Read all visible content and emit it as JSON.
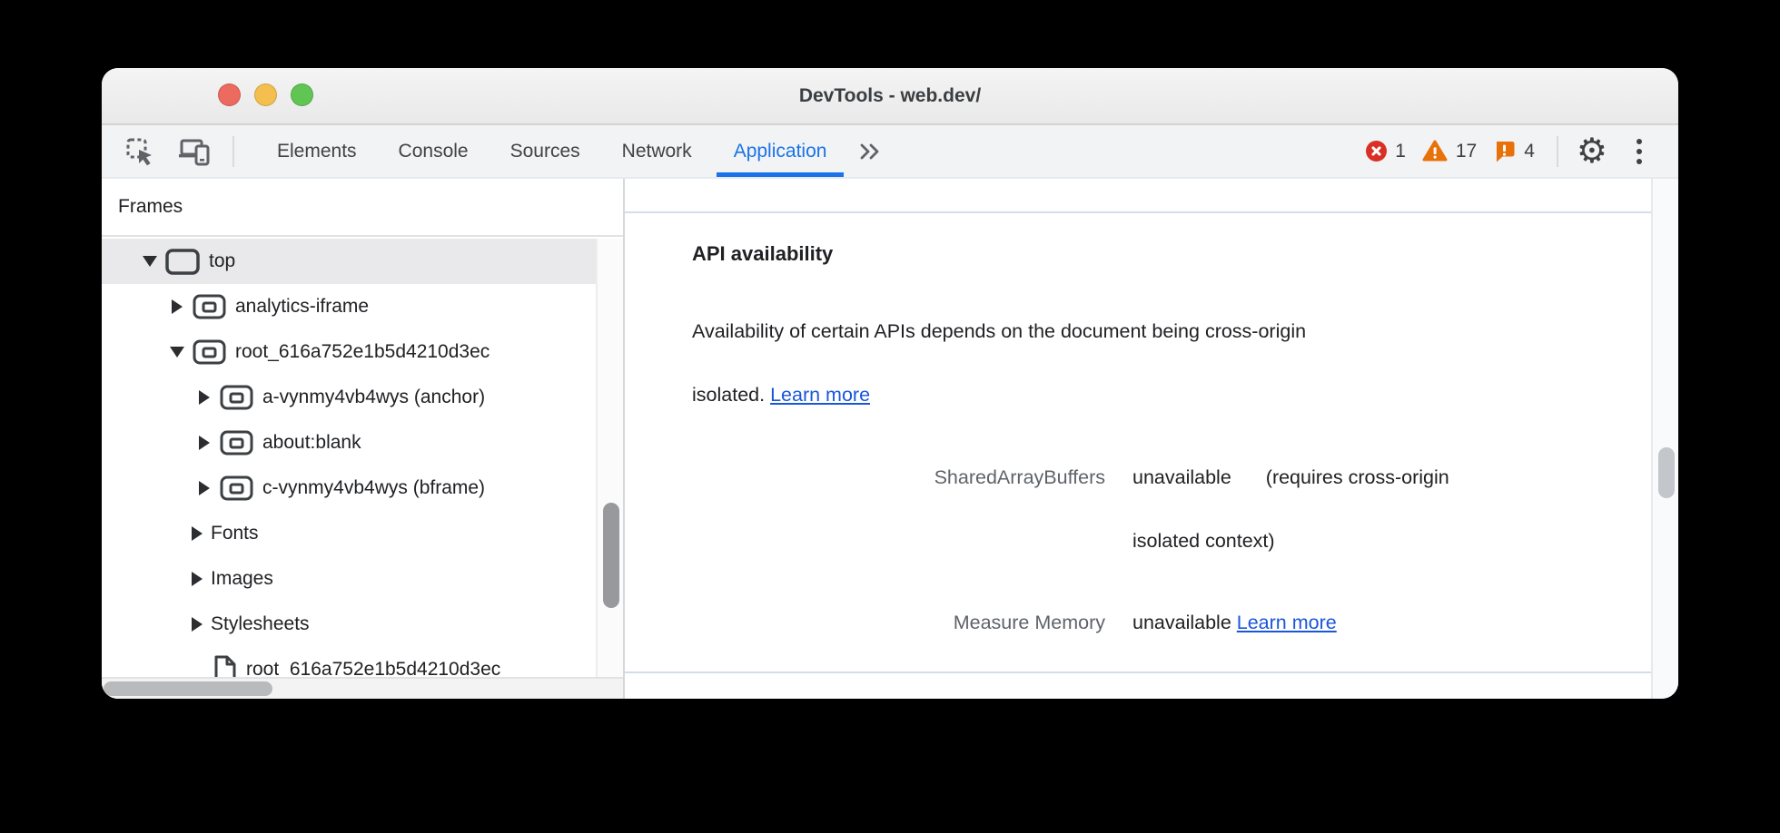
{
  "window": {
    "title": "DevTools - web.dev/"
  },
  "toolbar": {
    "tabs": [
      {
        "label": "Elements"
      },
      {
        "label": "Console"
      },
      {
        "label": "Sources"
      },
      {
        "label": "Network"
      },
      {
        "label": "Application"
      }
    ],
    "active_tab": "Application",
    "badges": {
      "errors": "1",
      "warnings": "17",
      "issues": "4"
    },
    "colors": {
      "active_tab": "#1a73e8",
      "error": "#d93025",
      "warning": "#e8710a"
    }
  },
  "sidebar": {
    "header": "Frames",
    "tree": [
      {
        "label": "top"
      },
      {
        "label": "analytics-iframe"
      },
      {
        "label": "root_616a752e1b5d4210d3ec"
      },
      {
        "label": "a-vynmy4vb4wys (anchor)"
      },
      {
        "label": "about:blank"
      },
      {
        "label": "c-vynmy4vb4wys (bframe)"
      },
      {
        "label": "Fonts"
      },
      {
        "label": "Images"
      },
      {
        "label": "Stylesheets"
      },
      {
        "label": "root_616a752e1b5d4210d3ec"
      }
    ]
  },
  "main": {
    "heading": "API availability",
    "paragraph": {
      "line1": "Availability of certain APIs depends on the document being cross-origin",
      "line2": "isolated.",
      "link": "Learn more"
    },
    "rows": [
      {
        "label": "SharedArrayBuffers",
        "status": "unavailable",
        "note_line1": "(requires cross-origin",
        "note_line2": "isolated context)"
      },
      {
        "label": "Measure Memory",
        "status": "unavailable",
        "link": "Learn more"
      }
    ]
  }
}
